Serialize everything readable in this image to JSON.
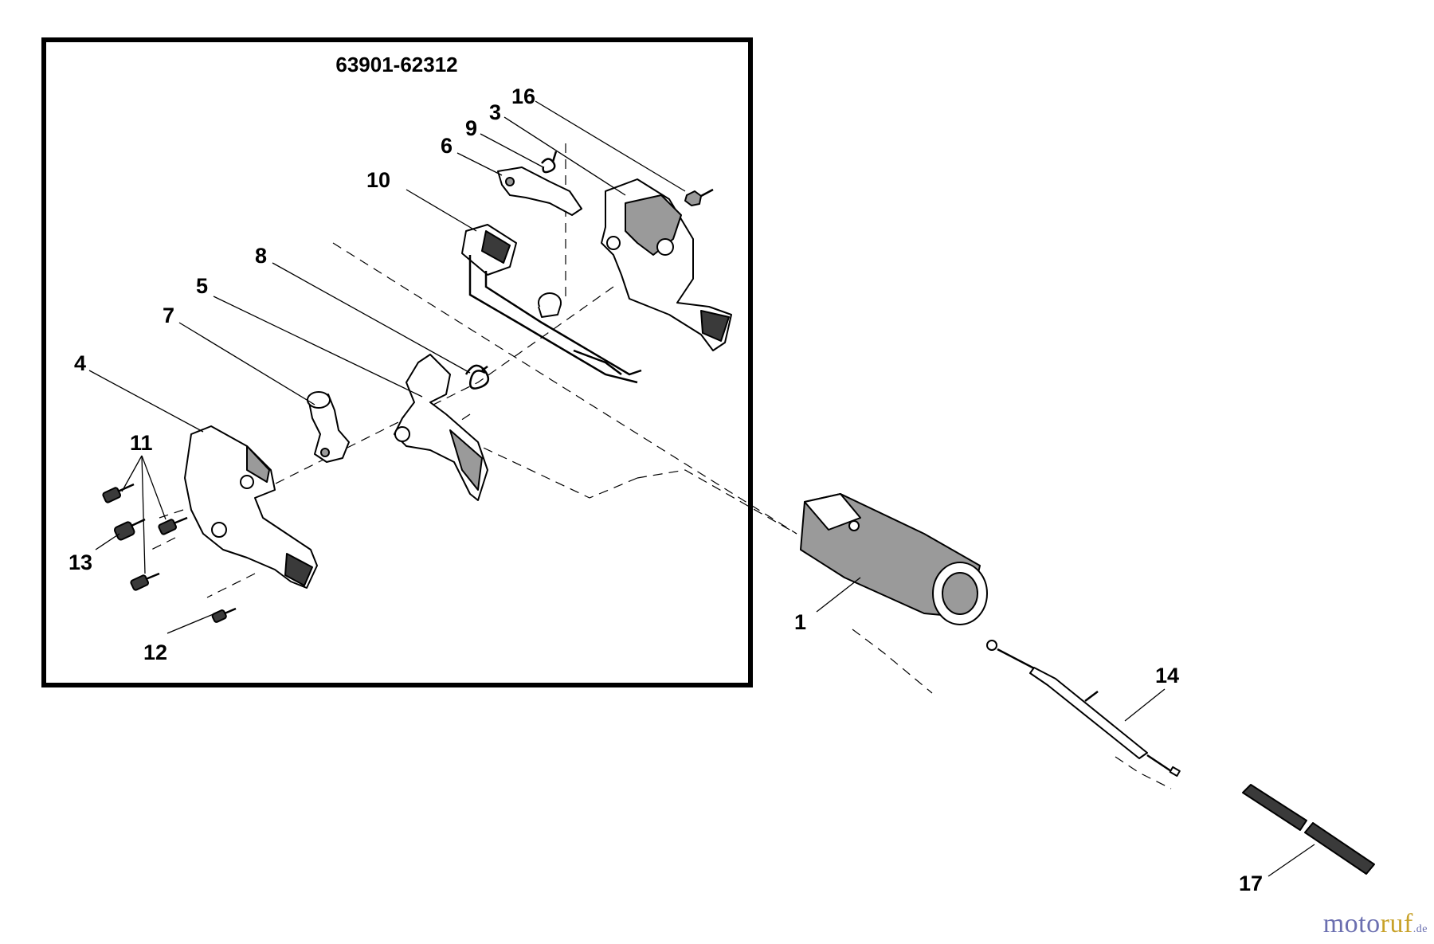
{
  "diagram": {
    "kit_number": "63901-62312",
    "callouts": [
      {
        "id": "1",
        "label": "1"
      },
      {
        "id": "3",
        "label": "3"
      },
      {
        "id": "4",
        "label": "4"
      },
      {
        "id": "5",
        "label": "5"
      },
      {
        "id": "6",
        "label": "6"
      },
      {
        "id": "7",
        "label": "7"
      },
      {
        "id": "8",
        "label": "8"
      },
      {
        "id": "9",
        "label": "9"
      },
      {
        "id": "10",
        "label": "10"
      },
      {
        "id": "11",
        "label": "11"
      },
      {
        "id": "12",
        "label": "12"
      },
      {
        "id": "13",
        "label": "13"
      },
      {
        "id": "14",
        "label": "14"
      },
      {
        "id": "16",
        "label": "16"
      },
      {
        "id": "17",
        "label": "17"
      }
    ]
  },
  "watermark": {
    "brand_main": "motoruf",
    "brand_tld": ".de",
    "colors": {
      "blue": "#6b6fb0",
      "gold": "#c8a22a"
    }
  }
}
